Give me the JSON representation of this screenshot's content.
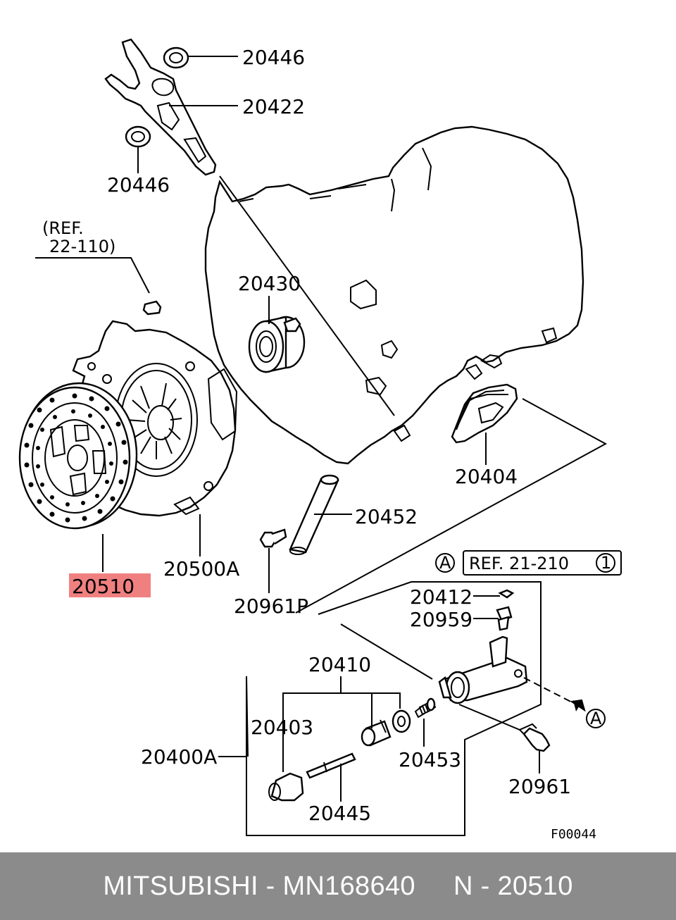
{
  "diagram": {
    "parts": [
      {
        "number": "20446",
        "role": "seal-top"
      },
      {
        "number": "20422",
        "role": "release-fork"
      },
      {
        "number": "20446",
        "role": "seal-bottom"
      },
      {
        "number": "20430",
        "role": "release-bearing"
      },
      {
        "number": "20404",
        "role": "boot"
      },
      {
        "number": "20452",
        "role": "pushrod"
      },
      {
        "number": "20500A",
        "role": "clutch-cover"
      },
      {
        "number": "20510",
        "role": "clutch-disc",
        "highlighted": true
      },
      {
        "number": "20961P",
        "role": "bolt"
      },
      {
        "number": "20412",
        "role": "cap"
      },
      {
        "number": "20959",
        "role": "bleeder"
      },
      {
        "number": "20410",
        "role": "kit"
      },
      {
        "number": "20403",
        "role": "boot-small"
      },
      {
        "number": "20400A",
        "role": "release-cylinder"
      },
      {
        "number": "20453",
        "role": "spring"
      },
      {
        "number": "20445",
        "role": "rod"
      },
      {
        "number": "20961",
        "role": "bolt"
      }
    ],
    "ref_clutch": {
      "line1": "(REF.",
      "line2": "22-110)"
    },
    "ref_box": {
      "marker": "A",
      "text": "REF. 21-210",
      "circled_number": "1"
    },
    "arrow_marker": "A",
    "figure_code": "F00044",
    "highlight_color": "#f08080"
  },
  "footer": {
    "text": "MITSUBISHI - MN168640     N - 20510",
    "background": "#8b8b8b",
    "color": "#ffffff"
  }
}
